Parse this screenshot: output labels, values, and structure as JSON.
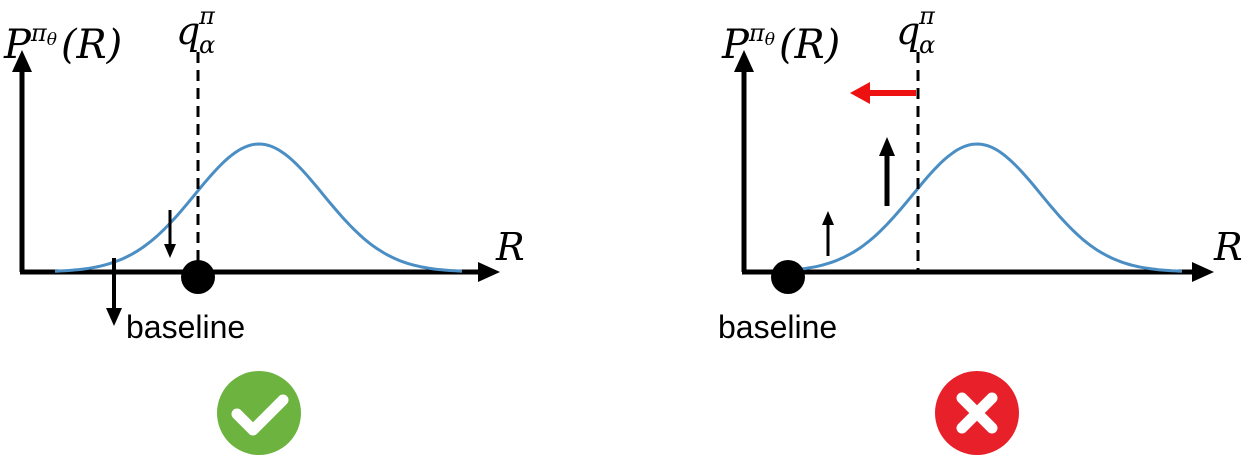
{
  "left_panel": {
    "y_axis_label": {
      "base": "P",
      "superscript": "π",
      "subscript": "θ",
      "argument": "(R)"
    },
    "x_axis_label": "R",
    "quantile_label": {
      "base": "q",
      "superscript": "π",
      "subscript": "α"
    },
    "baseline_label": "baseline",
    "status_icon": "check-icon",
    "status_color": "#6db33f"
  },
  "right_panel": {
    "y_axis_label": {
      "base": "P",
      "superscript": "π",
      "subscript": "θ",
      "argument": "(R)"
    },
    "x_axis_label": "R",
    "quantile_label": {
      "base": "q",
      "superscript": "π",
      "subscript": "α"
    },
    "baseline_label": "baseline",
    "status_icon": "cross-icon",
    "status_color": "#e8202a",
    "shift_arrow_color": "#ee1111"
  },
  "curve_color": "#4a8ec4"
}
